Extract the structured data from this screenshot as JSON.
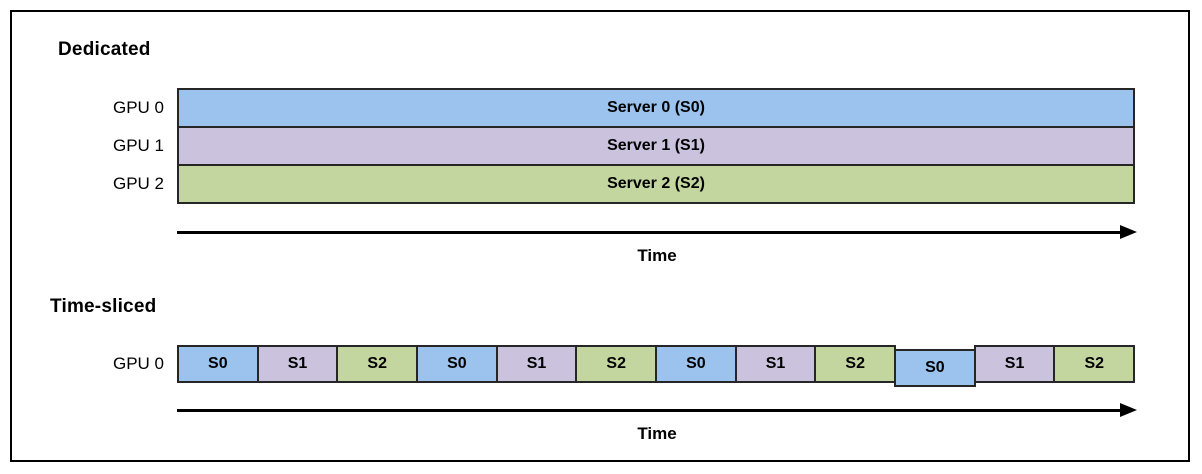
{
  "colors": {
    "server0": "#9CC3EE",
    "server1": "#CBC2DE",
    "server2": "#C4D69F",
    "outline": "#262626",
    "arrow": "#000000"
  },
  "dedicated": {
    "heading": "Dedicated",
    "rows": [
      {
        "gpu_label": "GPU 0",
        "bar_label": "Server 0 (S0)"
      },
      {
        "gpu_label": "GPU 1",
        "bar_label": "Server 1 (S1)"
      },
      {
        "gpu_label": "GPU 2",
        "bar_label": "Server 2 (S2)"
      }
    ],
    "axis_label": "Time"
  },
  "time_sliced": {
    "heading": "Time-sliced",
    "gpu_label": "GPU 0",
    "slices": [
      "S0",
      "S1",
      "S2",
      "S0",
      "S1",
      "S2",
      "S0",
      "S1",
      "S2",
      "S0",
      "S1",
      "S2"
    ],
    "axis_label": "Time"
  }
}
